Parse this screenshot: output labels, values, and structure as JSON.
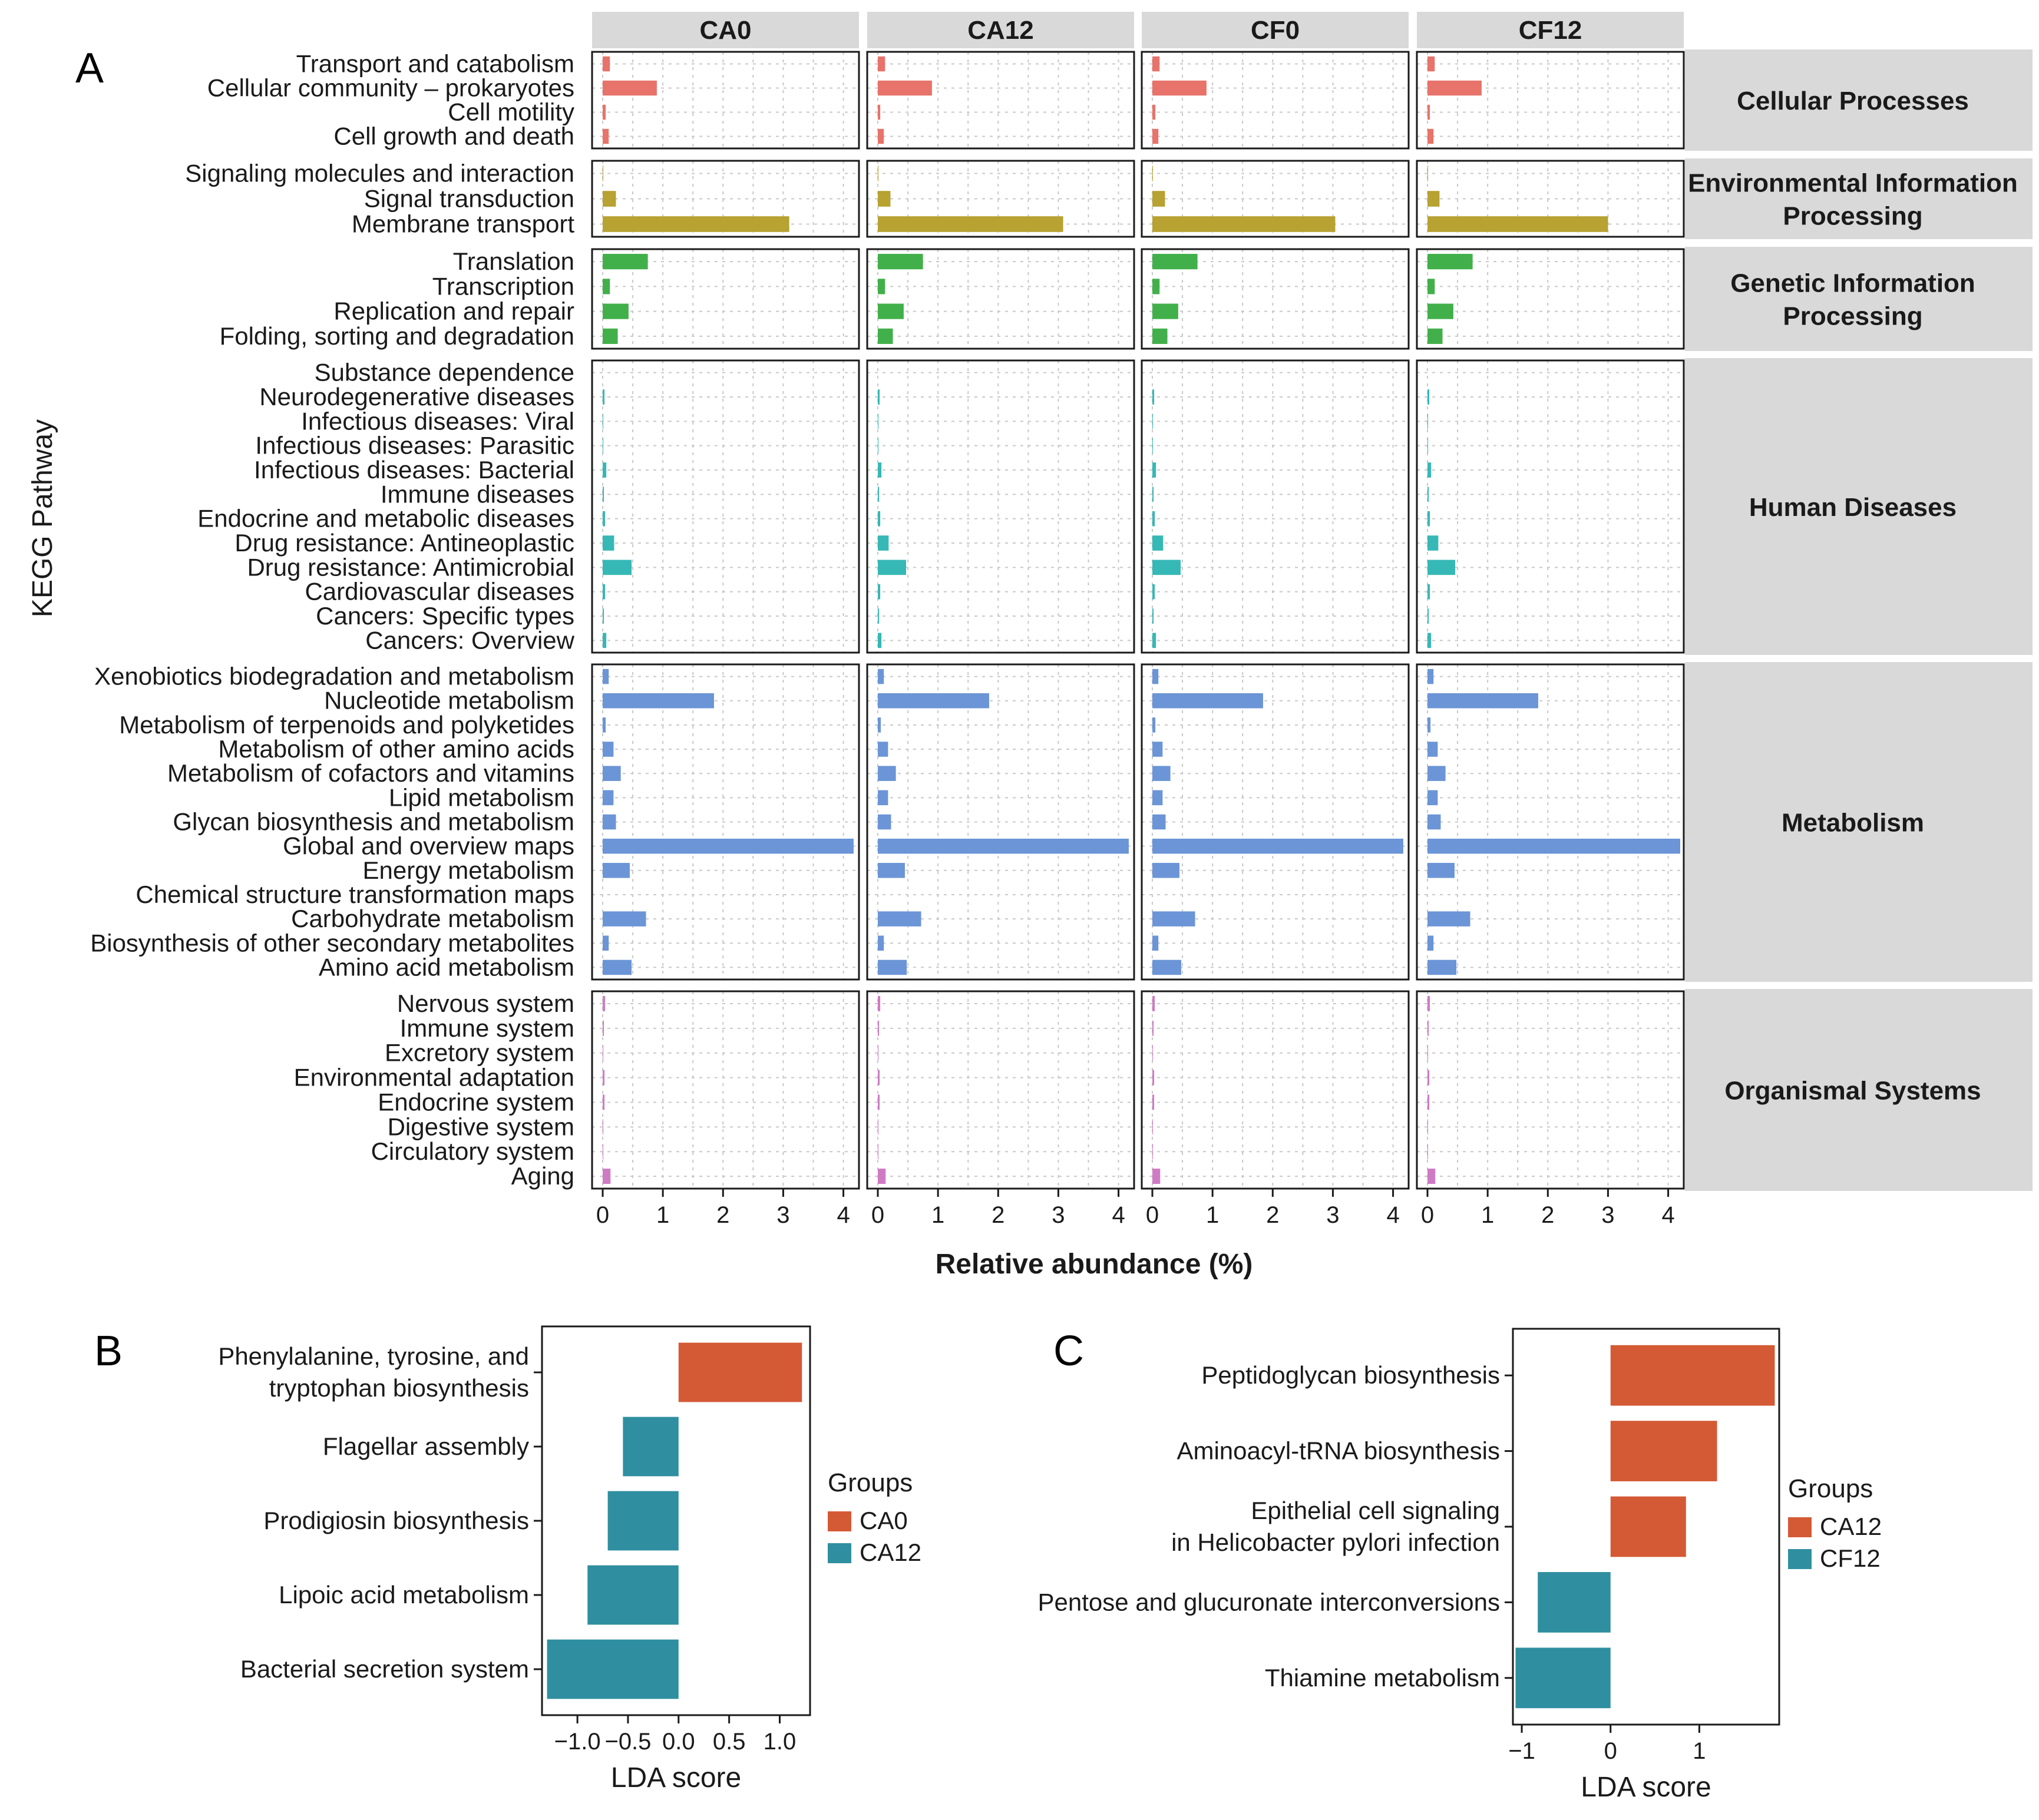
{
  "chart_data": [
    {
      "panel": "A",
      "type": "bar",
      "orientation": "horizontal",
      "ylabel": "KEGG Pathway",
      "xlabel": "Relative abundance (%)",
      "xlim": [
        0,
        4.2
      ],
      "xticks": [
        "0",
        "1",
        "2",
        "3",
        "4"
      ],
      "grid": true,
      "facets": [
        "CA0",
        "CA12",
        "CF0",
        "CF12"
      ],
      "groups": [
        {
          "name": "Cellular Processes",
          "name_lines": [
            "Cellular Processes"
          ],
          "color": "#e8736a",
          "categories": [
            "Transport and catabolism",
            "Cellular community – prokaryotes",
            "Cell motility",
            "Cell growth and death"
          ],
          "values": [
            [
              0.12,
              0.9,
              0.05,
              0.1
            ],
            [
              0.12,
              0.9,
              0.04,
              0.1
            ],
            [
              0.12,
              0.9,
              0.05,
              0.1
            ],
            [
              0.12,
              0.9,
              0.04,
              0.1
            ]
          ]
        },
        {
          "name": "Environmental Information Processing",
          "name_lines": [
            "Environmental Information",
            "Processing"
          ],
          "color": "#b7a232",
          "categories": [
            "Signaling molecules and interaction",
            "Signal transduction",
            "Membrane transport"
          ],
          "values": [
            [
              0.01,
              0.22,
              3.1
            ],
            [
              0.01,
              0.21,
              3.08
            ],
            [
              0.01,
              0.21,
              3.04
            ],
            [
              0.01,
              0.2,
              3.0
            ]
          ]
        },
        {
          "name": "Genetic Information Processing",
          "name_lines": [
            "Genetic Information",
            "Processing"
          ],
          "color": "#42b04a",
          "categories": [
            "Translation",
            "Transcription",
            "Replication and repair",
            "Folding, sorting and degradation"
          ],
          "values": [
            [
              0.75,
              0.12,
              0.43,
              0.25
            ],
            [
              0.75,
              0.12,
              0.43,
              0.25
            ],
            [
              0.75,
              0.12,
              0.43,
              0.25
            ],
            [
              0.75,
              0.12,
              0.43,
              0.25
            ]
          ]
        },
        {
          "name": "Human Diseases",
          "name_lines": [
            "Human Diseases"
          ],
          "color": "#36b8b6",
          "categories": [
            "Substance dependence",
            "Neurodegenerative diseases",
            "Infectious diseases: Viral",
            "Infectious diseases: Parasitic",
            "Infectious diseases: Bacterial",
            "Immune diseases",
            "Endocrine and metabolic diseases",
            "Drug resistance: Antineoplastic",
            "Drug resistance: Antimicrobial",
            "Cardiovascular diseases",
            "Cancers: Specific types",
            "Cancers: Overview"
          ],
          "values": [
            [
              0.0,
              0.03,
              0.01,
              0.01,
              0.06,
              0.02,
              0.04,
              0.19,
              0.48,
              0.04,
              0.02,
              0.06
            ],
            [
              0.0,
              0.03,
              0.01,
              0.01,
              0.06,
              0.02,
              0.04,
              0.18,
              0.47,
              0.04,
              0.02,
              0.06
            ],
            [
              0.0,
              0.03,
              0.01,
              0.01,
              0.06,
              0.02,
              0.04,
              0.18,
              0.47,
              0.04,
              0.02,
              0.06
            ],
            [
              0.0,
              0.03,
              0.01,
              0.01,
              0.06,
              0.02,
              0.04,
              0.18,
              0.46,
              0.04,
              0.02,
              0.06
            ]
          ]
        },
        {
          "name": "Metabolism",
          "name_lines": [
            "Metabolism"
          ],
          "color": "#6b95d6",
          "categories": [
            "Xenobiotics biodegradation and metabolism",
            "Nucleotide metabolism",
            "Metabolism of terpenoids and polyketides",
            "Metabolism of other amino acids",
            "Metabolism of cofactors and vitamins",
            "Lipid metabolism",
            "Glycan biosynthesis and metabolism",
            "Global and overview maps",
            "Energy metabolism",
            "Chemical structure transformation maps",
            "Carbohydrate metabolism",
            "Biosynthesis of other secondary metabolites",
            "Amino acid metabolism"
          ],
          "values": [
            [
              0.1,
              1.85,
              0.05,
              0.18,
              0.3,
              0.18,
              0.22,
              4.17,
              0.45,
              0.0,
              0.72,
              0.1,
              0.48
            ],
            [
              0.1,
              1.85,
              0.05,
              0.17,
              0.3,
              0.17,
              0.22,
              4.17,
              0.45,
              0.0,
              0.72,
              0.1,
              0.48
            ],
            [
              0.1,
              1.84,
              0.05,
              0.17,
              0.3,
              0.17,
              0.22,
              4.17,
              0.45,
              0.0,
              0.71,
              0.1,
              0.48
            ],
            [
              0.1,
              1.84,
              0.05,
              0.17,
              0.3,
              0.17,
              0.22,
              4.2,
              0.45,
              0.0,
              0.71,
              0.1,
              0.48
            ]
          ]
        },
        {
          "name": "Organismal Systems",
          "name_lines": [
            "Organismal Systems"
          ],
          "color": "#cf7bc4",
          "categories": [
            "Nervous system",
            "Immune system",
            "Excretory system",
            "Environmental adaptation",
            "Endocrine system",
            "Digestive system",
            "Circulatory system",
            "Aging"
          ],
          "values": [
            [
              0.04,
              0.02,
              0.01,
              0.03,
              0.03,
              0.01,
              0.01,
              0.13
            ],
            [
              0.04,
              0.02,
              0.01,
              0.03,
              0.03,
              0.01,
              0.01,
              0.13
            ],
            [
              0.04,
              0.02,
              0.01,
              0.03,
              0.03,
              0.01,
              0.01,
              0.13
            ],
            [
              0.04,
              0.02,
              0.01,
              0.03,
              0.03,
              0.01,
              0.01,
              0.13
            ]
          ]
        }
      ]
    },
    {
      "panel": "B",
      "type": "bar",
      "orientation": "horizontal",
      "xlabel": "LDA score",
      "xlim": [
        -1.35,
        1.3
      ],
      "xticks": [
        -1.0,
        -0.5,
        0.0,
        0.5,
        1.0
      ],
      "xtick_labels": [
        "−1.0",
        "−0.5",
        "0.0",
        "0.5",
        "1.0"
      ],
      "legend_title": "Groups",
      "legend": [
        {
          "label": "CA0",
          "color": "#d45a35"
        },
        {
          "label": "CA12",
          "color": "#2f8fa0"
        }
      ],
      "categories": [
        [
          "Phenylalanine, tyrosine, and",
          "tryptophan biosynthesis"
        ],
        [
          "Flagellar assembly"
        ],
        [
          "Prodigiosin biosynthesis"
        ],
        [
          "Lipoic acid metabolism"
        ],
        [
          "Bacterial secretion system"
        ]
      ],
      "values": [
        1.22,
        -0.55,
        -0.7,
        -0.9,
        -1.3
      ],
      "groups": [
        "CA0",
        "CA12",
        "CA12",
        "CA12",
        "CA12"
      ]
    },
    {
      "panel": "C",
      "type": "bar",
      "orientation": "horizontal",
      "xlabel": "LDA score",
      "xlim": [
        -1.1,
        1.9
      ],
      "xticks": [
        -1,
        0,
        1
      ],
      "xtick_labels": [
        "−1",
        "0",
        "1"
      ],
      "legend_title": "Groups",
      "legend": [
        {
          "label": "CA12",
          "color": "#d45a35"
        },
        {
          "label": "CF12",
          "color": "#2f8fa0"
        }
      ],
      "categories": [
        [
          "Peptidoglycan biosynthesis"
        ],
        [
          "Aminoacyl-tRNA biosynthesis"
        ],
        [
          "Epithelial cell signaling",
          "in Helicobacter pylori infection"
        ],
        [
          "Pentose and glucuronate interconversions"
        ],
        [
          "Thiamine metabolism"
        ]
      ],
      "values": [
        1.85,
        1.2,
        0.85,
        -0.82,
        -1.07
      ],
      "groups": [
        "CA12",
        "CA12",
        "CA12",
        "CF12",
        "CF12"
      ]
    }
  ],
  "panel_letters": {
    "a": "A",
    "b": "B",
    "c": "C"
  }
}
